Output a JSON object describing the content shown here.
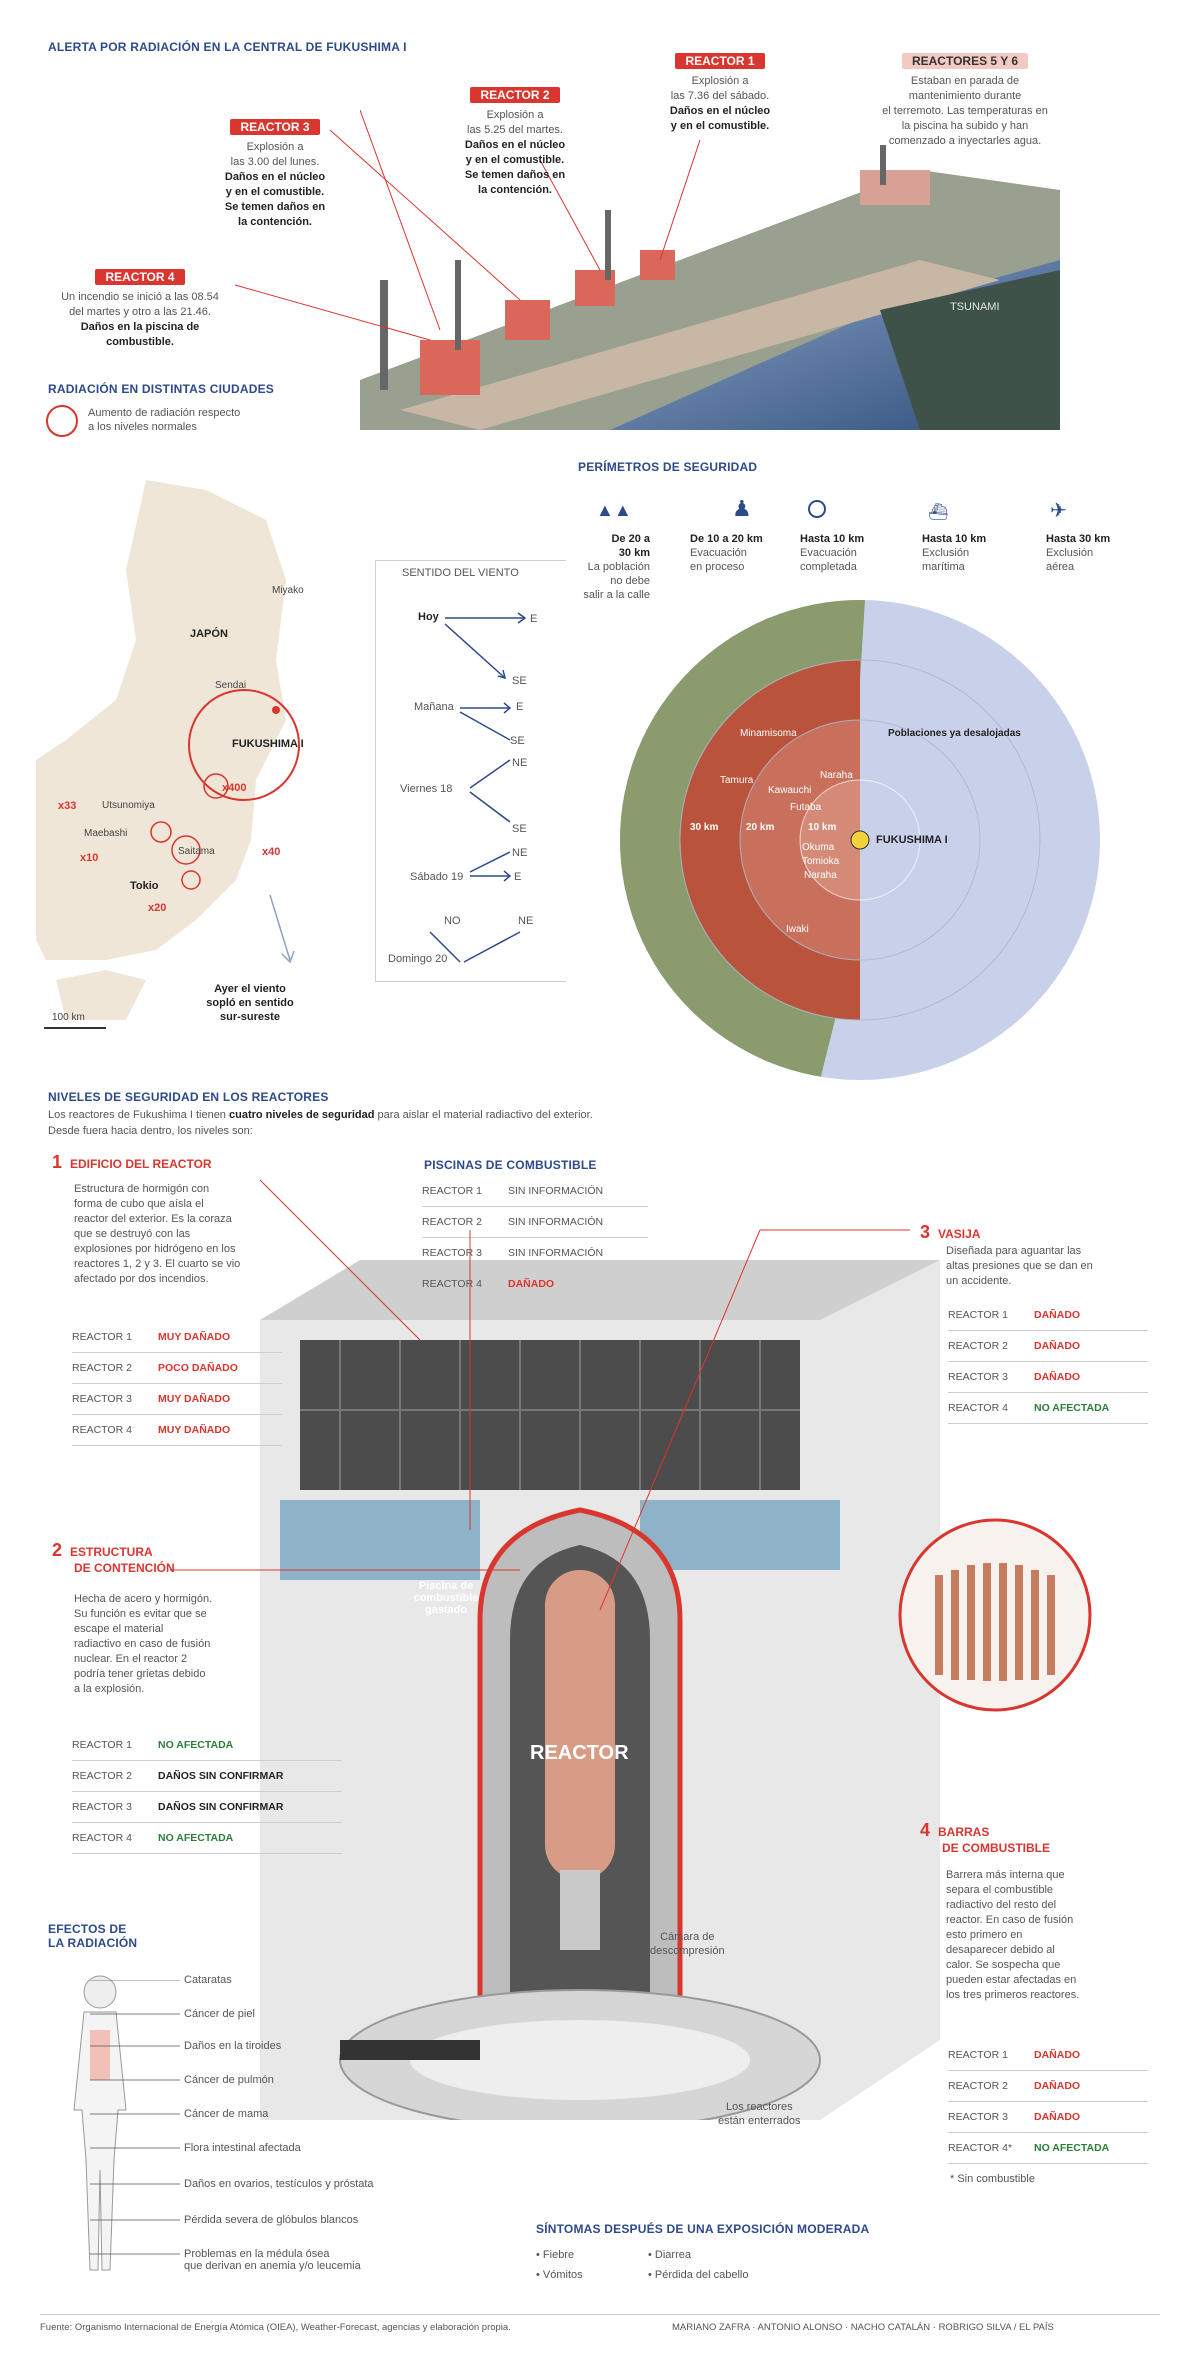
{
  "header": {
    "title": "ALERTA POR RADIACIÓN EN LA CENTRAL DE FUKUSHIMA I"
  },
  "reactors_top": [
    {
      "tag": "REACTOR 1",
      "lines": [
        "Explosión a",
        "las 7.36 del sábado."
      ],
      "bold": [
        "Daños en el núcleo",
        "y en el comustible."
      ]
    },
    {
      "tag": "REACTOR 2",
      "lines": [
        "Explosión a",
        "las 5.25 del martes."
      ],
      "bold": [
        "Daños en el núcleo",
        "y en el comustible.",
        "Se temen daños en",
        "la contención."
      ]
    },
    {
      "tag": "REACTOR 3",
      "lines": [
        "Explosión a",
        "las 3.00 del lunes."
      ],
      "bold": [
        "Daños en el núcleo",
        "y en el comustible.",
        "Se temen daños en",
        "la contención."
      ]
    },
    {
      "tag": "REACTOR 4",
      "lines": [
        "Un incendio se inició a las 08.54",
        "del martes y otro a las 21.46."
      ],
      "bold": [
        "Daños en la piscina de",
        "combustible."
      ]
    },
    {
      "tag": "REACTORES 5 Y 6",
      "lines": [
        "Estaban en parada de",
        "mantenimiento durante",
        "el terremoto. Las temperaturas en",
        "la piscina ha subido y han",
        "comenzado a inyectarles agua."
      ],
      "bold": []
    }
  ],
  "illustration": {
    "tsunami_label": "TSUNAMI"
  },
  "cities_section": {
    "title": "RADIACIÓN EN DISTINTAS CIUDADES",
    "legend": [
      "Aumento de radiación respecto",
      "a los niveles normales"
    ],
    "country": "JAPÓN",
    "cities": {
      "miyako": "Miyako",
      "sendai": "Sendai",
      "fukushima": "FUKUSHIMA I",
      "utsunomiya": "Utsunomiya",
      "maebashi": "Maebashi",
      "saitama": "Saitama",
      "tokio": "Tokio"
    },
    "values": {
      "fukushima": "x400",
      "utsunomiya": "x33",
      "maebashi": "x10",
      "saitama": "x40",
      "tokio": "x20"
    },
    "scale": "100 km",
    "wind_note": [
      "Ayer el viento",
      "sopló en sentido",
      "sur-sureste"
    ]
  },
  "wind": {
    "title": "SENTIDO DEL VIENTO",
    "days": [
      "Hoy",
      "Mañana",
      "Viernes 18",
      "Sábado 19",
      "Domingo 20"
    ],
    "dirs": {
      "e": "E",
      "se": "SE",
      "ne": "NE",
      "no": "NO"
    }
  },
  "perimeters": {
    "title": "PERÍMETROS DE SEGURIDAD",
    "items": [
      {
        "head": [
          "De 20 a",
          "30 km"
        ],
        "sub": [
          "La población",
          "no debe",
          "salir a la calle"
        ]
      },
      {
        "head": [
          "De 10 a 20 km"
        ],
        "sub": [
          "Evacuación",
          "en proceso"
        ]
      },
      {
        "head": [
          "Hasta 10 km"
        ],
        "sub": [
          "Evacuación",
          "completada"
        ]
      },
      {
        "head": [
          "Hasta 10 km"
        ],
        "sub": [
          "Exclusión",
          "marítima"
        ]
      },
      {
        "head": [
          "Hasta 30 km"
        ],
        "sub": [
          "Exclusión",
          "aérea"
        ]
      }
    ],
    "map_labels": {
      "minamisoma": "Minamisoma",
      "tamura": "Tamura",
      "kawauchi": "Kawauchi",
      "naraha": "Naraha",
      "futaba": "Futaba",
      "okuma": "Okuma",
      "tomioka": "Tomioka",
      "naraha2": "Naraha",
      "iwaki": "Iwaki",
      "fukushima": "FUKUSHIMA I",
      "r30": "30 km",
      "r20": "20 km",
      "r10": "10 km",
      "pop": "Poblaciones ya desalojadas"
    }
  },
  "levels": {
    "title": "NIVELES DE SEGURIDAD EN LOS REACTORES",
    "intro_a": "Los reactores de Fukushima I tienen ",
    "intro_b": "cuatro niveles de seguridad",
    "intro_c": " para aislar el material radiactivo del exterior.",
    "intro_2": "Desde fuera hacia dentro, los niveles son:"
  },
  "level1": {
    "num": "1",
    "title": "EDIFICIO DEL REACTOR",
    "desc": [
      "Estructura de hormigón con",
      "forma de cubo que aísla el",
      "reactor del exterior. Es la coraza",
      "que se destruyó con las",
      "explosiones por hidrógeno en los",
      "reactores 1, 2 y 3. El cuarto se vio",
      "afectado por dos incendios."
    ],
    "rows": [
      {
        "name": "REACTOR 1",
        "status": "MUY DAÑADO",
        "c": "red"
      },
      {
        "name": "REACTOR 2",
        "status": "POCO DAÑADO",
        "c": "red"
      },
      {
        "name": "REACTOR 3",
        "status": "MUY DAÑADO",
        "c": "red"
      },
      {
        "name": "REACTOR 4",
        "status": "MUY DAÑADO",
        "c": "red"
      }
    ]
  },
  "pools": {
    "title": "PISCINAS DE COMBUSTIBLE",
    "rows": [
      {
        "name": "REACTOR 1",
        "status": "SIN INFORMACIÓN",
        "c": "gray"
      },
      {
        "name": "REACTOR 2",
        "status": "SIN INFORMACIÓN",
        "c": "gray"
      },
      {
        "name": "REACTOR 3",
        "status": "SIN INFORMACIÓN",
        "c": "gray"
      },
      {
        "name": "REACTOR 4",
        "status": "DAÑADO",
        "c": "red"
      }
    ]
  },
  "level2": {
    "num": "2",
    "title": [
      "ESTRUCTURA",
      "DE CONTENCIÓN"
    ],
    "desc": [
      "Hecha de acero y hormigón.",
      "Su función es evitar que se",
      "escape el material",
      "radiactivo en caso de fusión",
      "nuclear. En el reactor 2",
      "podría tener grietas debido",
      "a la explosión."
    ],
    "rows": [
      {
        "name": "REACTOR 1",
        "status": "NO AFECTADA",
        "c": "green"
      },
      {
        "name": "REACTOR 2",
        "status": "DAÑOS SIN CONFIRMAR",
        "c": "dark"
      },
      {
        "name": "REACTOR 3",
        "status": "DAÑOS SIN CONFIRMAR",
        "c": "dark"
      },
      {
        "name": "REACTOR 4",
        "status": "NO AFECTADA",
        "c": "green"
      }
    ]
  },
  "level3": {
    "num": "3",
    "title": "VASIJA",
    "desc": [
      "Diseñada para aguantar las",
      "altas presiones que se dan en",
      "un accidente."
    ],
    "rows": [
      {
        "name": "REACTOR 1",
        "status": "DAÑADO",
        "c": "red"
      },
      {
        "name": "REACTOR 2",
        "status": "DAÑADO",
        "c": "red"
      },
      {
        "name": "REACTOR 3",
        "status": "DAÑADO",
        "c": "red"
      },
      {
        "name": "REACTOR 4",
        "status": "NO AFECTADA",
        "c": "green"
      }
    ]
  },
  "level4": {
    "num": "4",
    "title": [
      "BARRAS",
      "DE COMBUSTIBLE"
    ],
    "desc": [
      "Barrera más interna que",
      "separa el combustible",
      "radiactivo del resto del",
      "reactor. En caso de fusión",
      "esto primero en",
      "desaparecer debido al",
      "calor. Se sospecha que",
      "pueden estar afectadas en",
      "los tres primeros reactores."
    ],
    "rows": [
      {
        "name": "REACTOR 1",
        "status": "DAÑADO",
        "c": "red"
      },
      {
        "name": "REACTOR 2",
        "status": "DAÑADO",
        "c": "red"
      },
      {
        "name": "REACTOR 3",
        "status": "DAÑADO",
        "c": "red"
      },
      {
        "name": "REACTOR 4*",
        "status": "NO AFECTADA",
        "c": "green"
      }
    ],
    "footnote": "* Sin combustible"
  },
  "building_labels": {
    "reactor": "REACTOR",
    "pool": [
      "Piscina de",
      "combustible",
      "gastado"
    ],
    "decomp": [
      "Cámara de",
      "descompresión"
    ],
    "buried": [
      "Los reactores",
      "están enterrados"
    ]
  },
  "effects": {
    "title": [
      "EFECTOS DE",
      "LA RADIACIÓN"
    ],
    "items": [
      "Cataratas",
      "Cáncer de piel",
      "Daños en la tiroides",
      "Cáncer de pulmón",
      "Cáncer de mama",
      "Flora intestinal afectada",
      "Daños en ovarios, testículos y próstata",
      "Pérdida severa de glóbulos blancos",
      "Problemas en la médula ósea",
      "que derivan en anemia y/o leucemia"
    ]
  },
  "symptoms": {
    "title": "SÍNTOMAS DESPUÉS DE UNA EXPOSICIÓN MODERADA",
    "items": [
      "• Fiebre",
      "• Diarrea",
      "• Vómitos",
      "• Pérdida del cabello"
    ]
  },
  "footer": {
    "source": "Fuente: Organismo Internacional de Energía Atómica (OIEA), Weather-Forecast, agencias y elaboración propia.",
    "credits": "MARIANO ZAFRA · ANTONIO ALONSO · NACHO CATALÁN · ROBRIGO SILVA / EL PAÍS"
  },
  "colors": {
    "accent": "#d9362f",
    "navy": "#2d4a8a",
    "sea": "#c9d1ea",
    "zone": "#b9533b"
  }
}
